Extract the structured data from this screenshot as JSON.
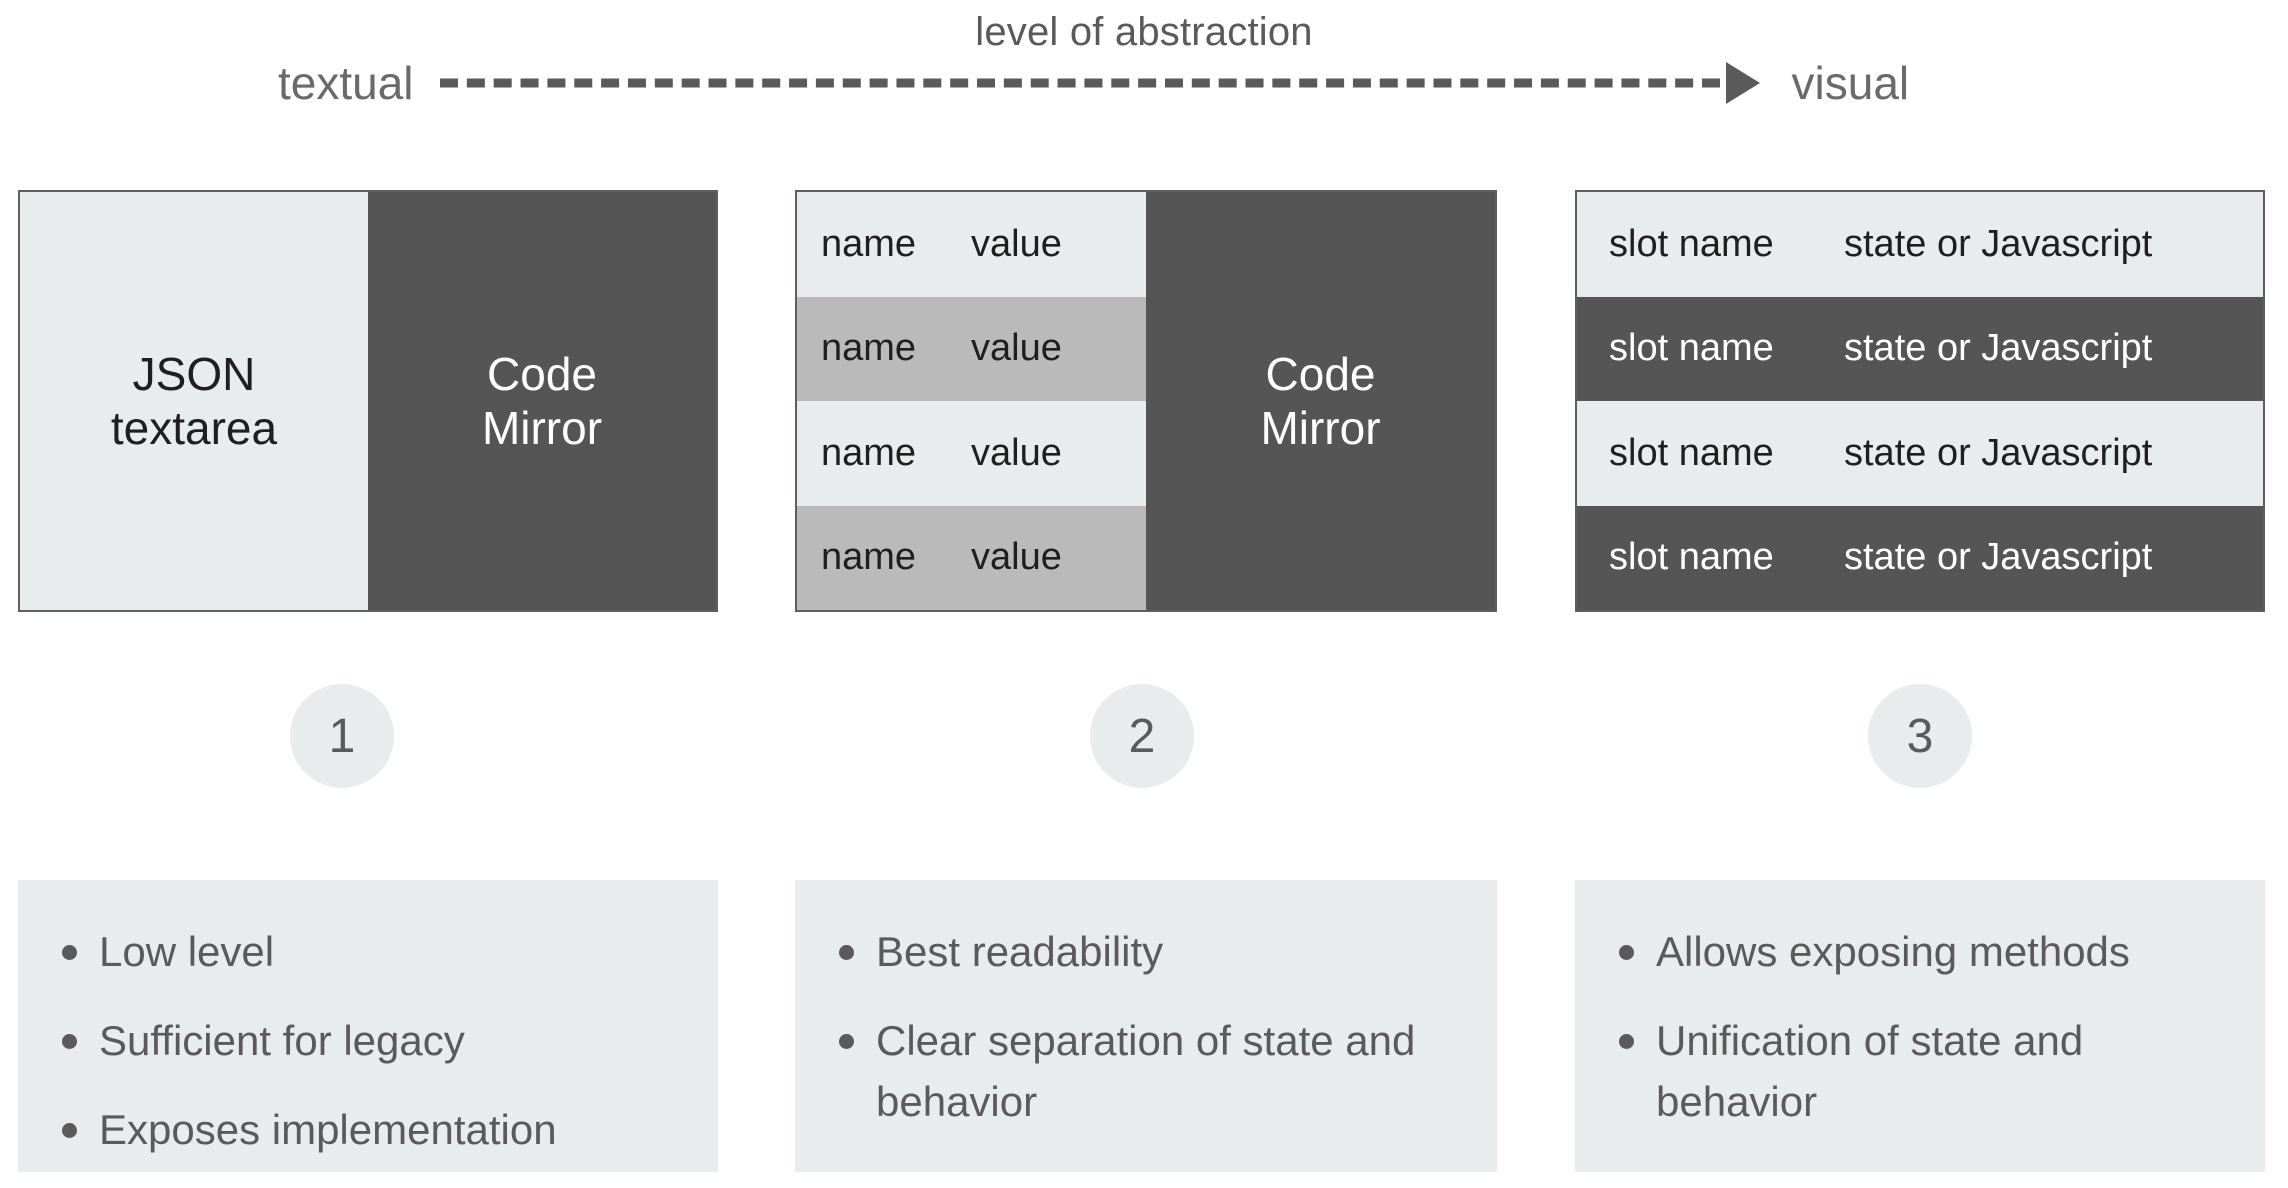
{
  "header": {
    "caption": "level of abstraction",
    "left_label": "textual",
    "right_label": "visual",
    "arrow_icon": "dashed-arrow-right-icon"
  },
  "colors": {
    "light": "#e8ecec",
    "mid": "#bababa",
    "dark": "#555555",
    "border": "#5f5f5f",
    "text_dark": "#1f1f1f",
    "text_muted": "#5a5a5a",
    "background": "#ffffff"
  },
  "panels": [
    {
      "id": 1,
      "step_number": "1",
      "layout": "split",
      "left": {
        "kind": "block",
        "shade": "light",
        "label": "JSON\ntextarea",
        "line1": "JSON",
        "line2": "textarea"
      },
      "right": {
        "kind": "block",
        "shade": "dark",
        "label": "Code\nMirror",
        "line1": "Code",
        "line2": "Mirror"
      },
      "notes": [
        "Low level",
        "Sufficient for legacy",
        "Exposes implementation"
      ]
    },
    {
      "id": 2,
      "step_number": "2",
      "layout": "split",
      "left": {
        "kind": "rows",
        "rows": [
          {
            "shade": "light",
            "name": "name",
            "value": "value"
          },
          {
            "shade": "mid",
            "name": "name",
            "value": "value"
          },
          {
            "shade": "light",
            "name": "name",
            "value": "value"
          },
          {
            "shade": "mid",
            "name": "name",
            "value": "value"
          }
        ]
      },
      "right": {
        "kind": "block",
        "shade": "dark",
        "line1": "Code",
        "line2": "Mirror"
      },
      "notes": [
        "Best readability",
        "Clear separation of state and behavior"
      ]
    },
    {
      "id": 3,
      "step_number": "3",
      "layout": "rows-full",
      "rows": [
        {
          "shade": "light",
          "name": "slot name",
          "value": "state or Javascript"
        },
        {
          "shade": "dark",
          "name": "slot name",
          "value": "state or Javascript"
        },
        {
          "shade": "light",
          "name": "slot name",
          "value": "state or Javascript"
        },
        {
          "shade": "dark",
          "name": "slot name",
          "value": "state or Javascript"
        }
      ],
      "notes": [
        "Allows exposing methods",
        "Unification of state and behavior"
      ]
    }
  ]
}
